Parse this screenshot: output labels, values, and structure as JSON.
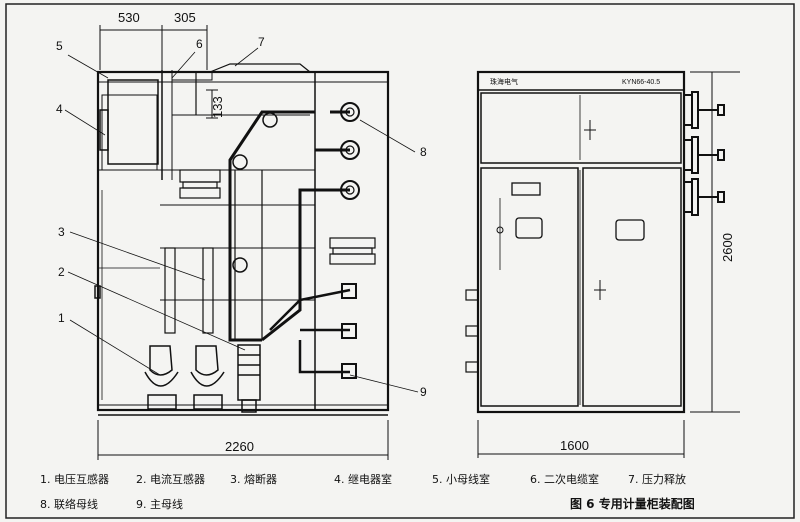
{
  "dimensions": {
    "top_left": "530",
    "top_right": "305",
    "vertical_small": "133",
    "bottom_width": "2260",
    "right_width": "1600",
    "right_height": "2600"
  },
  "callouts": [
    "1",
    "2",
    "3",
    "4",
    "5",
    "6",
    "7",
    "8",
    "9"
  ],
  "nameplate": {
    "brand": "珠海电气",
    "model": "KYN66-40.5"
  },
  "legend": [
    "1. 电压互感器",
    "2. 电流互感器",
    "3. 熔断器",
    "4. 继电器室",
    "5. 小母线室",
    "6. 二次电缆室",
    "7. 压力释放",
    "8. 联络母线",
    "9. 主母线"
  ],
  "caption": "图 6  专用计量柜装配图"
}
